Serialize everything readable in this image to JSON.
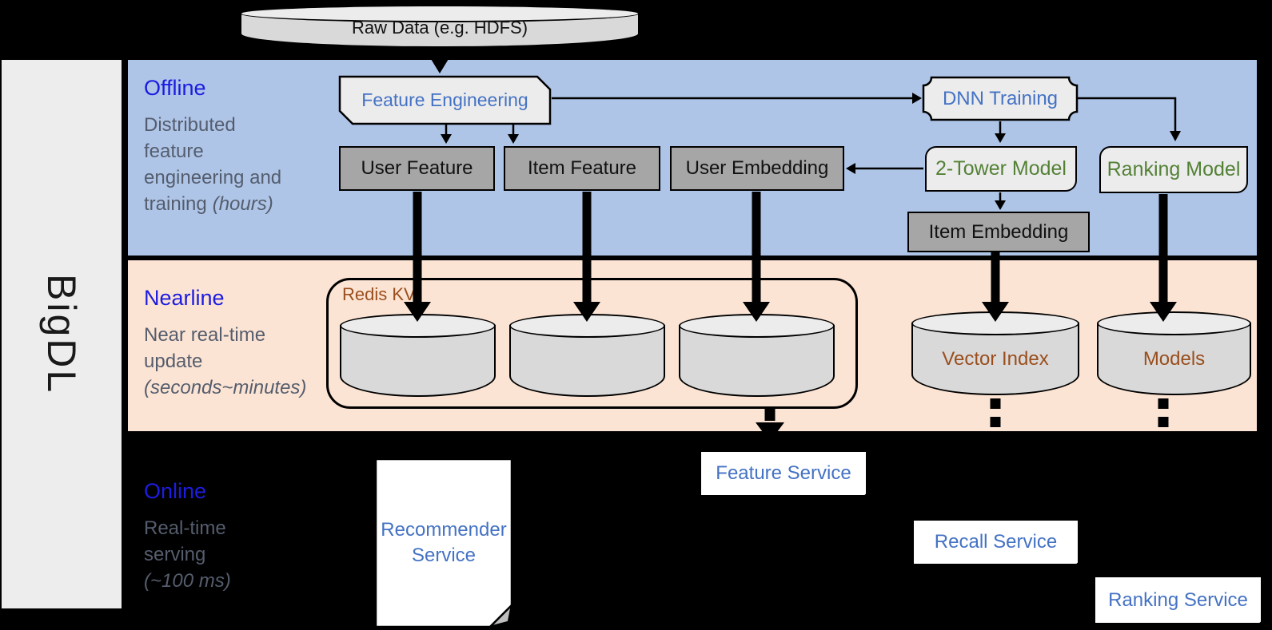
{
  "brand": "BigDL",
  "raw_data_label": "Raw Data (e.g. HDFS)",
  "sections": {
    "offline": {
      "title": "Offline",
      "lines": [
        "Distributed",
        "feature",
        "engineering and"
      ],
      "tail": "training",
      "italic": "(hours)"
    },
    "nearline": {
      "title": "Nearline",
      "lines": [
        "Near real-time",
        "update"
      ],
      "tail": "",
      "italic": "(seconds~minutes)"
    },
    "online": {
      "title": "Online",
      "lines": [
        "Real-time",
        "serving"
      ],
      "tail": "",
      "italic": "(~100 ms)"
    }
  },
  "nodes": {
    "feature_engineering": "Feature Engineering",
    "dnn_training": "DNN Training",
    "user_feature": "User Feature",
    "item_feature": "Item Feature",
    "user_embedding": "User Embedding",
    "two_tower_model": "2-Tower Model",
    "ranking_model": "Ranking Model",
    "item_embedding": "Item Embedding",
    "redis_kv": "Redis KV",
    "vector_index": "Vector Index",
    "models": "Models",
    "recommender_service": "Recommender Service",
    "feature_service": "Feature Service",
    "recall_service": "Recall Service",
    "ranking_service": "Ranking Service"
  },
  "colors": {
    "offline_band": "#aec5e8",
    "nearline_band": "#fce4d4",
    "background": "#000000",
    "section_title_blue": "#1c1ce0",
    "description_gray": "#555d6d",
    "node_text_blue": "#4472c4",
    "model_text_green": "#538135",
    "store_text_brown": "#9a4e1d",
    "gray_box_fill": "#a6a6a6",
    "light_shape_fill": "#ececec",
    "cylinder_fill": "#d9d9d9"
  }
}
